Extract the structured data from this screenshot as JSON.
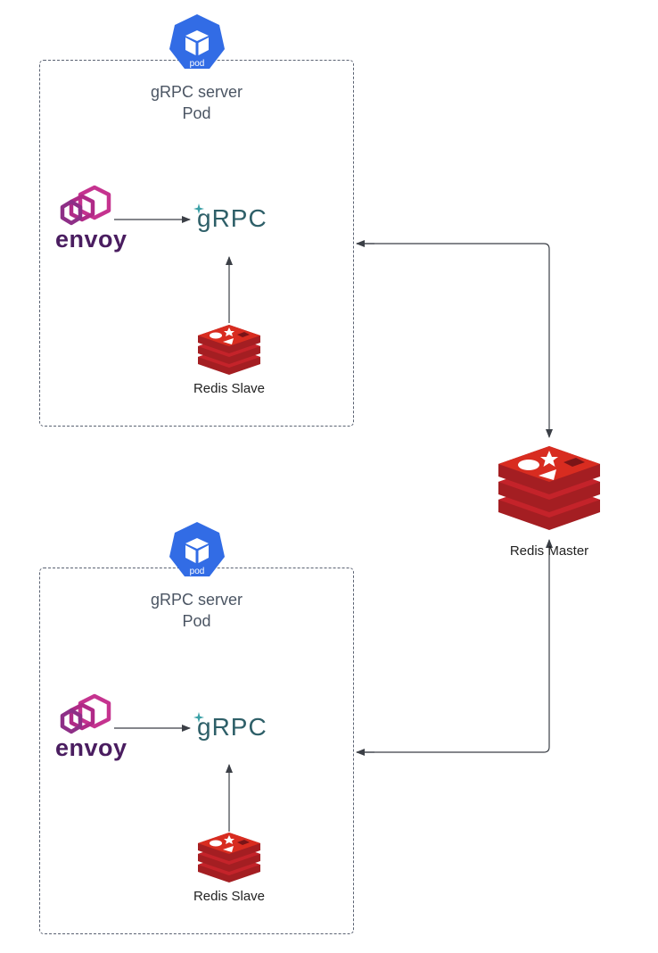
{
  "pods": [
    {
      "icon_label": "pod",
      "title_line1": "gRPC server",
      "title_line2": "Pod",
      "envoy_label": "envoy",
      "grpc_label": "gRPC",
      "slave_label": "Redis Slave"
    },
    {
      "icon_label": "pod",
      "title_line1": "gRPC server",
      "title_line2": "Pod",
      "envoy_label": "envoy",
      "grpc_label": "gRPC",
      "slave_label": "Redis Slave"
    }
  ],
  "master": {
    "label": "Redis Master"
  },
  "icons": {
    "pod": "kubernetes-pod-icon",
    "envoy": "envoy-logo",
    "grpc": "grpc-logo",
    "redis": "redis-icon"
  },
  "colors": {
    "kubernetes_blue": "#326ce5",
    "redis_red": "#c4232a",
    "envoy_magenta": "#c5338f",
    "envoy_text": "#4a1d60",
    "grpc_teal": "#2e5f68",
    "edge": "#3b3f46"
  }
}
